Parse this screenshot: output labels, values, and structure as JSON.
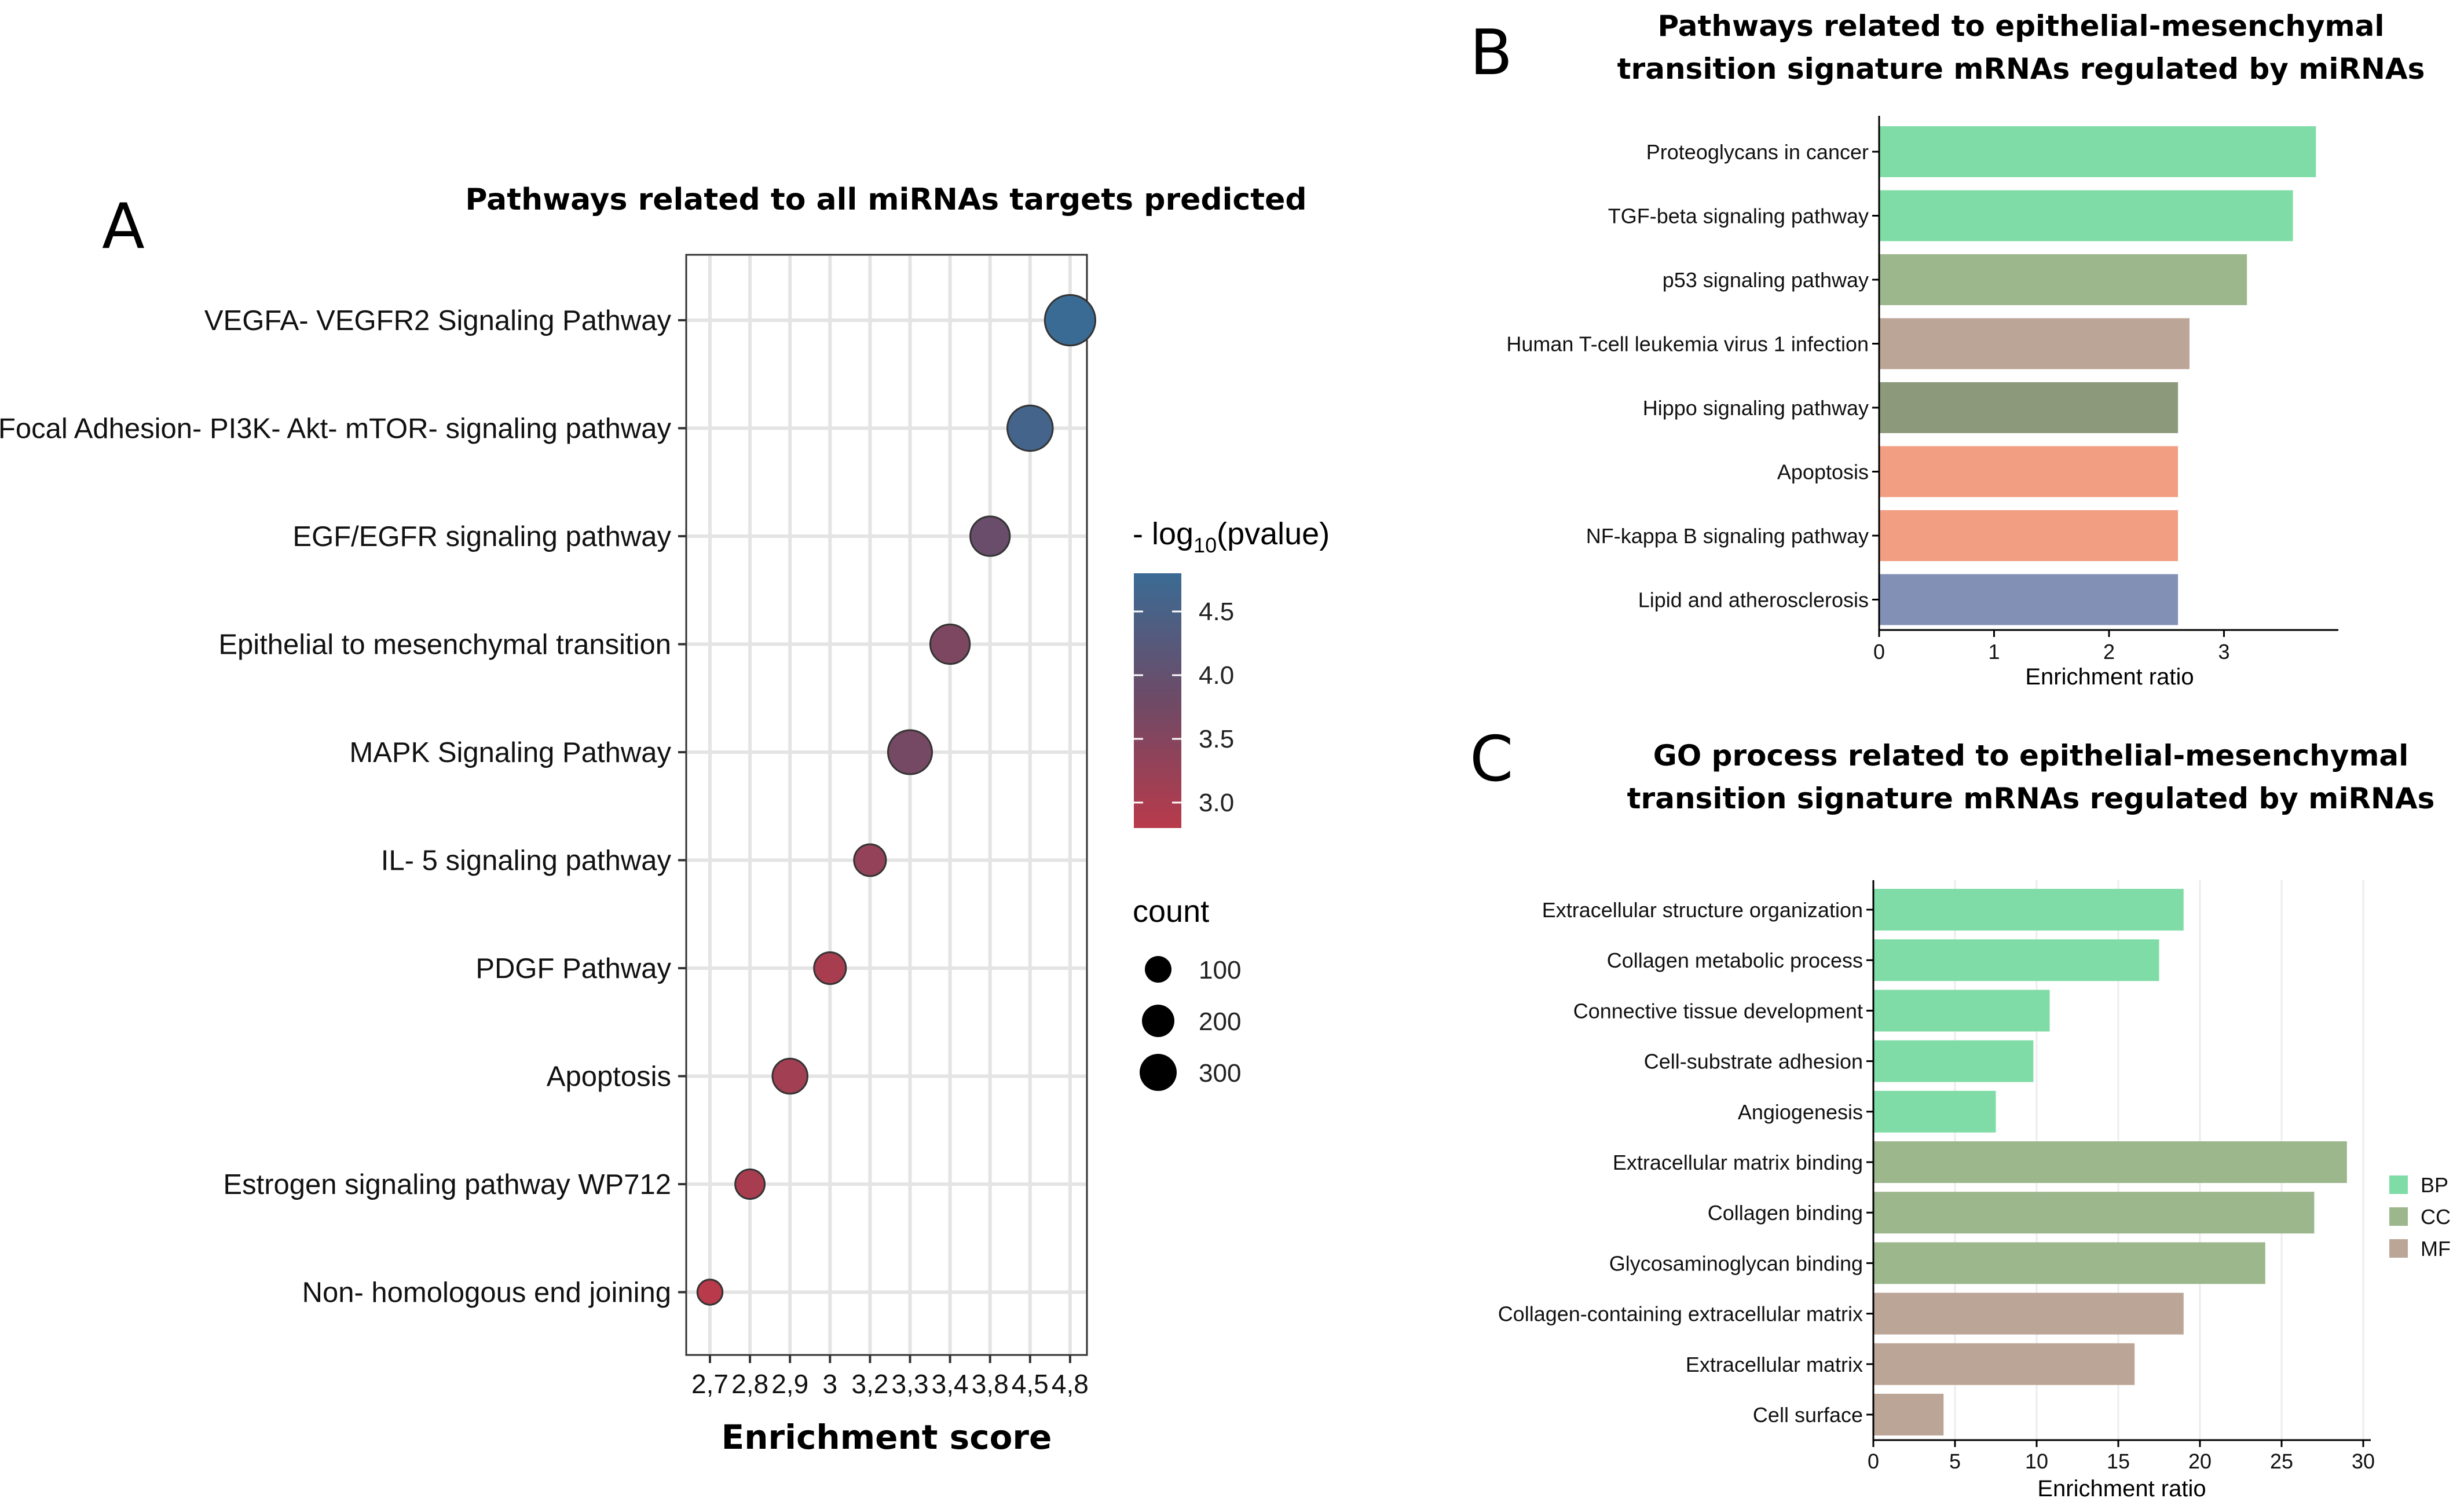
{
  "panels": {
    "a": {
      "letter": "A"
    },
    "b": {
      "letter": "B"
    },
    "c": {
      "letter": "C"
    }
  },
  "chart_data": [
    {
      "panel": "A",
      "type": "scatter",
      "title": "Pathways related to all miRNAs targets predicted",
      "xlabel": "Enrichment score",
      "ylabel": "",
      "x_ticks": [
        2.7,
        2.8,
        2.9,
        3,
        3.2,
        3.3,
        3.4,
        3.8,
        4.5,
        4.8
      ],
      "x_tick_labels": [
        "2,7",
        "2,8",
        "2,9",
        "3",
        "3,2",
        "3,3",
        "3,4",
        "3,8",
        "4,5",
        "4,8"
      ],
      "grid": true,
      "categories": [
        "VEGFA- VEGFR2 Signaling Pathway",
        "Focal Adhesion- PI3K- Akt- mTOR- signaling pathway",
        "EGF/EGFR signaling pathway",
        "Epithelial to mesenchymal transition",
        "MAPK Signaling Pathway",
        "IL- 5 signaling pathway",
        "PDGF Pathway",
        "Apoptosis",
        "Estrogen signaling pathway WP712",
        "Non- homologous end joining"
      ],
      "points": [
        {
          "category": "VEGFA- VEGFR2 Signaling Pathway",
          "x": 4.8,
          "log10p": 4.8,
          "count": 330
        },
        {
          "category": "Focal Adhesion- PI3K- Akt- mTOR- signaling pathway",
          "x": 4.5,
          "log10p": 4.6,
          "count": 250
        },
        {
          "category": "EGF/EGFR signaling pathway",
          "x": 3.8,
          "log10p": 3.9,
          "count": 170
        },
        {
          "category": "Epithelial to mesenchymal transition",
          "x": 3.4,
          "log10p": 3.6,
          "count": 170
        },
        {
          "category": "MAPK Signaling Pathway",
          "x": 3.3,
          "log10p": 3.7,
          "count": 230
        },
        {
          "category": "IL- 5 signaling pathway",
          "x": 3.2,
          "log10p": 3.3,
          "count": 90
        },
        {
          "category": "PDGF Pathway",
          "x": 3,
          "log10p": 3.0,
          "count": 90
        },
        {
          "category": "Apoptosis",
          "x": 2.9,
          "log10p": 3.1,
          "count": 120
        },
        {
          "category": "Estrogen signaling pathway WP712",
          "x": 2.8,
          "log10p": 3.0,
          "count": 70
        },
        {
          "category": "Non- homologous end joining",
          "x": 2.7,
          "log10p": 2.8,
          "count": 40
        }
      ],
      "color_legend": {
        "title_prefix": "- log",
        "title_sub": "10",
        "title_suffix": "(pvalue)",
        "range": [
          2.8,
          4.8
        ],
        "ticks": [
          "4.5",
          "4.0",
          "3.5",
          "3.0"
        ],
        "tick_values": [
          4.5,
          4.0,
          3.5,
          3.0
        ],
        "low_color": "#b83a4b",
        "mid_color": "#6e4a66",
        "high_color": "#3a6b94"
      },
      "size_legend": {
        "title": "count",
        "values": [
          "100",
          "200",
          "300"
        ]
      }
    },
    {
      "panel": "B",
      "type": "bar",
      "orientation": "horizontal",
      "title_lines": [
        "Pathways related to epithelial-mesenchymal",
        "transition signature mRNAs regulated by miRNAs"
      ],
      "xlabel": "Enrichment ratio",
      "xlim": [
        0,
        4
      ],
      "x_ticks": [
        "0",
        "1",
        "2",
        "3"
      ],
      "categories": [
        "Proteoglycans in cancer",
        "TGF-beta signaling pathway",
        "p53 signaling pathway",
        "Human T-cell leukemia virus 1 infection",
        "Hippo signaling pathway",
        "Apoptosis",
        "NF-kappa B signaling pathway",
        "Lipid and atherosclerosis"
      ],
      "values": [
        3.8,
        3.6,
        3.2,
        2.7,
        2.6,
        2.6,
        2.6,
        2.6
      ],
      "colors": [
        "#80dca6",
        "#80dca6",
        "#9db78d",
        "#bba596",
        "#8c9a7b",
        "#f29e82",
        "#f29e82",
        "#8290b5"
      ]
    },
    {
      "panel": "C",
      "type": "bar",
      "orientation": "horizontal",
      "title_lines": [
        "GO process related to epithelial-mesenchymal",
        "transition signature mRNAs regulated by miRNAs"
      ],
      "xlabel": "Enrichment ratio",
      "xlim": [
        0,
        30
      ],
      "x_ticks": [
        "0",
        "5",
        "10",
        "15",
        "20",
        "25",
        "30"
      ],
      "grid": true,
      "categories": [
        "Extracellular structure organization",
        "Collagen metabolic process",
        "Connective tissue development",
        "Cell-substrate adhesion",
        "Angiogenesis",
        "Extracellular matrix binding",
        "Collagen binding",
        "Glycosaminoglycan binding",
        "Collagen-containing extracellular matrix",
        "Extracellular matrix",
        "Cell surface"
      ],
      "values": [
        19,
        17.5,
        10.8,
        9.8,
        7.5,
        29,
        27,
        24,
        19,
        16,
        4.3
      ],
      "groups": [
        "BP",
        "BP",
        "BP",
        "BP",
        "BP",
        "CC",
        "CC",
        "CC",
        "MF",
        "MF",
        "MF"
      ],
      "legend": [
        {
          "label": "BP",
          "color": "#80dca6"
        },
        {
          "label": "CC",
          "color": "#9db78d"
        },
        {
          "label": "MF",
          "color": "#bba596"
        }
      ]
    }
  ]
}
